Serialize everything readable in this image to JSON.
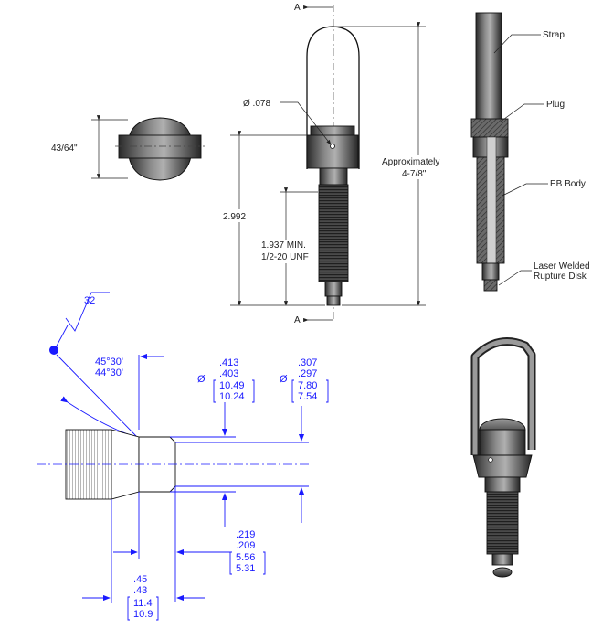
{
  "section": {
    "letter": "A"
  },
  "top_view": {
    "height_dim": "43/64\""
  },
  "front_view": {
    "hole_dim": "Ø .078",
    "height_dim": "2.992",
    "thread_len": "1.937 MIN.",
    "thread_spec": "1/2-20 UNF",
    "overall_line1": "Approximately",
    "overall_line2": "4-7/8\""
  },
  "section_view": {
    "callouts": [
      "Strap",
      "Plug",
      "EB Body",
      "Laser Welded",
      "Rupture Disk"
    ]
  },
  "detail_view": {
    "finish": "32",
    "chamfer_line1": "45°30'",
    "chamfer_line2": "44°30'",
    "dia1_sym": "Ø",
    "dia1_max": ".413",
    "dia1_min": ".403",
    "dia1_mm_max": "10.49",
    "dia1_mm_min": "10.24",
    "dia2_sym": "Ø",
    "dia2_max": ".307",
    "dia2_min": ".297",
    "dia2_mm_max": "7.80",
    "dia2_mm_min": "7.54",
    "len1_max": ".219",
    "len1_min": ".209",
    "len1_mm_max": "5.56",
    "len1_mm_min": "5.31",
    "len2_max": ".45",
    "len2_min": ".43",
    "len2_mm_max": "11.4",
    "len2_mm_min": "10.9"
  },
  "colors": {
    "dimension_blue": "#1a1aff",
    "metal_dark": "#3c3c3c",
    "metal_light": "#9a9a9a"
  }
}
